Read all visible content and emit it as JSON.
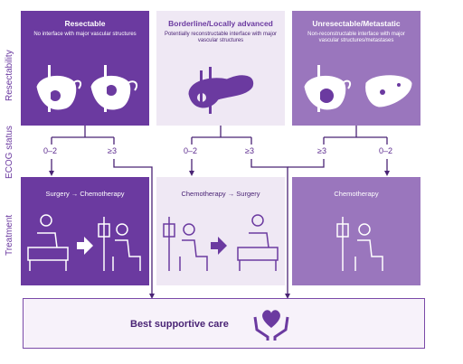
{
  "row_labels": {
    "resectability": "Resectability",
    "ecog": "ECOG status",
    "treatment": "Treatment"
  },
  "columns": [
    {
      "title": "Resectable",
      "subtitle": "No interface with major vascular structures"
    },
    {
      "title": "Borderline/Locally advanced",
      "subtitle": "Potentially reconstructable interface with major vascular structures"
    },
    {
      "title": "Unresectable/Metastatic",
      "subtitle": "Non-reconstructable interface with major vascular structures/metastases"
    }
  ],
  "ecog_labels": [
    "0–2",
    "≥3",
    "0–2",
    "≥3",
    "≥3",
    "0–2"
  ],
  "treatments": [
    {
      "label": "Surgery → Chemotherapy"
    },
    {
      "label": "Chemotherapy → Surgery"
    },
    {
      "label": "Chemotherapy"
    }
  ],
  "best_supportive_care": "Best supportive care",
  "colors": {
    "dark_purple": "#6b3aa0",
    "light_purple": "#efe8f4",
    "mid_purple": "#9a76bd",
    "line": "#4a2475"
  },
  "icons": [
    "pancreas-icon",
    "tumor-icon",
    "liver-icon",
    "surgery-bed-icon",
    "iv-drip-icon",
    "patient-chair-icon",
    "arrow-right-icon",
    "heart-hands-icon"
  ]
}
